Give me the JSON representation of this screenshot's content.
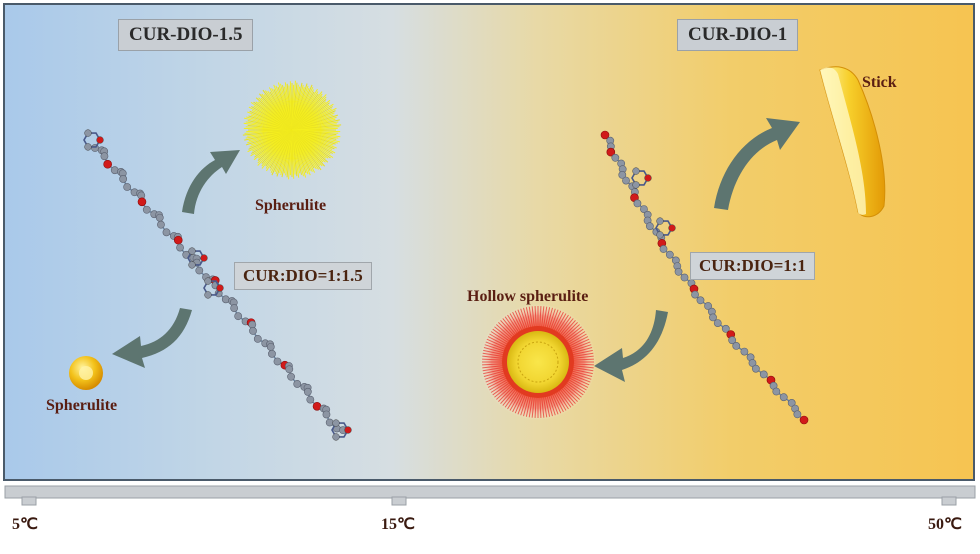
{
  "sections": {
    "left": {
      "title": "CUR-DIO-1.5",
      "ratio": "CUR:DIO=1:1.5",
      "upper_product": "Spherulite",
      "lower_product": "Spherulite"
    },
    "right": {
      "title": "CUR-DIO-1",
      "ratio": "CUR:DIO=1:1",
      "upper_product": "Stick",
      "lower_product": "Hollow spherulite"
    }
  },
  "temperature_axis": {
    "ticks": [
      "5℃",
      "15℃",
      "50℃"
    ]
  },
  "colors": {
    "cold": "#a9c9ea",
    "warm": "#f6c451",
    "arrow": "#5d7570",
    "atom_carbon": "#8c95a3",
    "atom_oxygen": "#d11a1a",
    "spherulite_yellow": "#f4ee1e",
    "hollow_red": "#e8302a"
  },
  "icons": [
    "arrow-curved-icon",
    "molecule-chain-icon",
    "spherulite-icon",
    "stick-icon",
    "hollow-spherulite-icon"
  ]
}
